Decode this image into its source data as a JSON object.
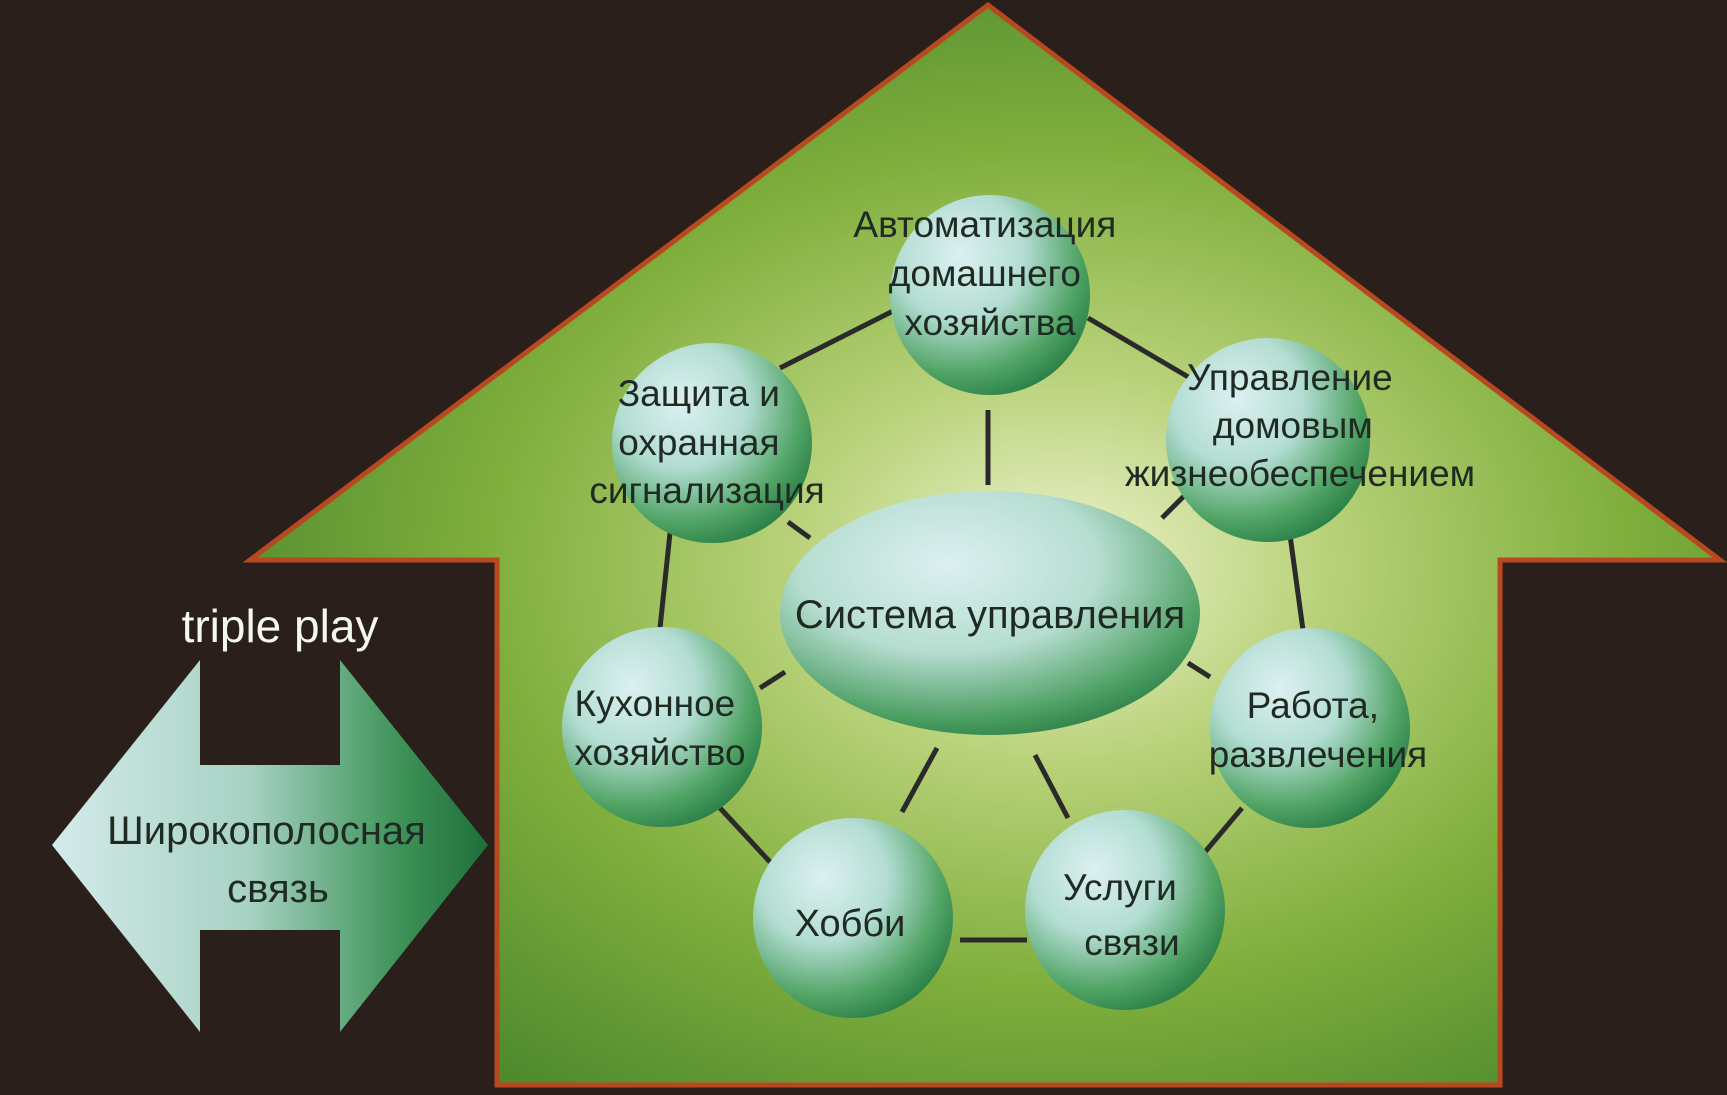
{
  "colors": {
    "background": "#2a1f1b",
    "house_fill": "#79a83a",
    "house_outline": "#b8481f",
    "node_light": "#d6ecef",
    "node_dark": "#2e8a4a",
    "connector": "#2a2a2a"
  },
  "diagram": {
    "center": {
      "label": "Система управления"
    },
    "nodes": [
      {
        "id": "automation",
        "lines": [
          "Автоматизация",
          "домашнего",
          "хозяйства"
        ]
      },
      {
        "id": "life-support",
        "lines": [
          "Управление",
          "домовым",
          "жизнеобеспечением"
        ]
      },
      {
        "id": "work",
        "lines": [
          "Работа,",
          "развлечения"
        ]
      },
      {
        "id": "communication",
        "lines": [
          "Услуги",
          "связи"
        ]
      },
      {
        "id": "hobby",
        "lines": [
          "Хобби"
        ]
      },
      {
        "id": "kitchen",
        "lines": [
          "Кухонное",
          "хозяйство"
        ]
      },
      {
        "id": "security",
        "lines": [
          "Защита и",
          "охранная",
          "сигнализация"
        ]
      }
    ],
    "arrow": {
      "caption": "triple play",
      "lines": [
        "Широкополосная",
        "связь"
      ]
    }
  }
}
